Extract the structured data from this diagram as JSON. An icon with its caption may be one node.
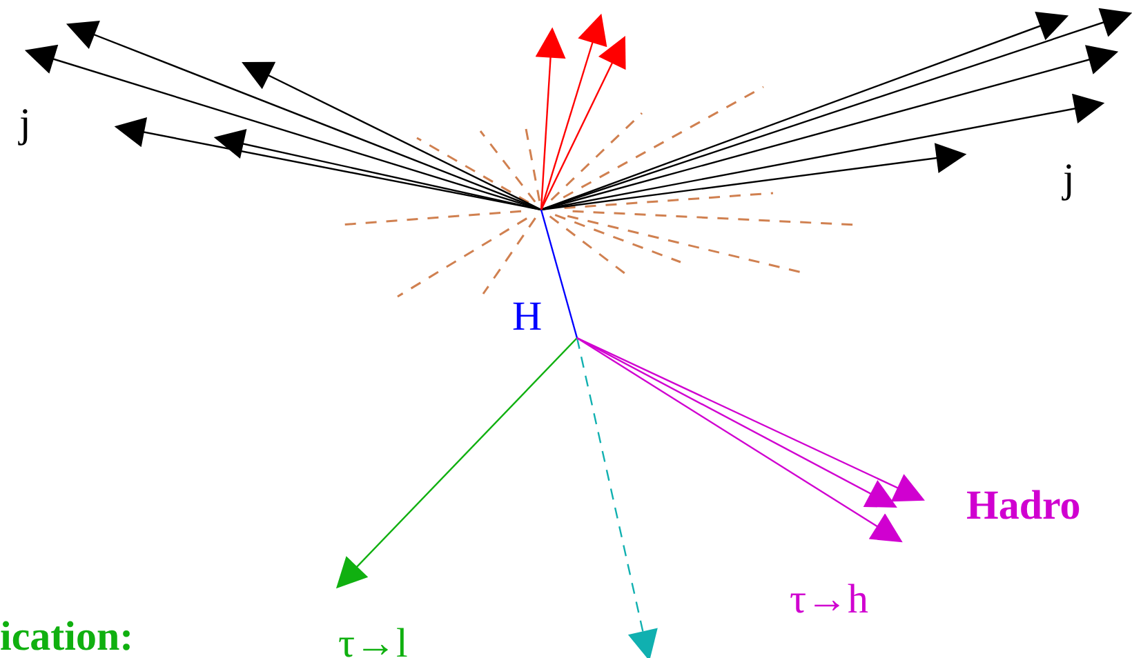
{
  "diagram": {
    "labels": [
      "j",
      "j",
      "H",
      "Hadro",
      "τ→h",
      "ication:",
      "τ→l"
    ]
  }
}
